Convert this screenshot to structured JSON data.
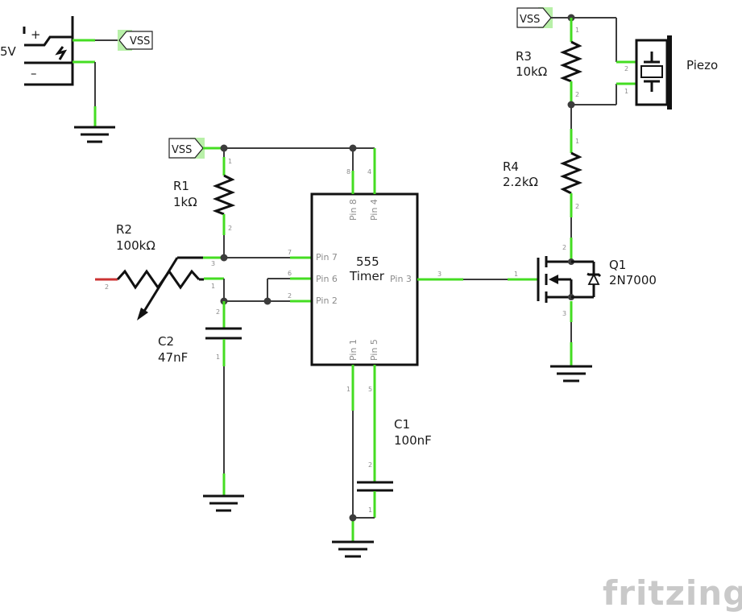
{
  "power": {
    "label": "5V",
    "plus": "+",
    "minus": "–"
  },
  "vss_labels": [
    "VSS",
    "VSS",
    "VSS"
  ],
  "r1": {
    "name": "R1",
    "value": "1kΩ"
  },
  "r2": {
    "name": "R2",
    "value": "100kΩ"
  },
  "r3": {
    "name": "R3",
    "value": "10kΩ"
  },
  "r4": {
    "name": "R4",
    "value": "2.2kΩ"
  },
  "c1": {
    "name": "C1",
    "value": "100nF"
  },
  "c2": {
    "name": "C2",
    "value": "47nF"
  },
  "q1": {
    "name": "Q1",
    "part": "2N7000"
  },
  "piezo": {
    "name": "Piezo"
  },
  "timer": {
    "line1": "555",
    "line2": "Timer",
    "pins": {
      "p7": "Pin 7",
      "p6": "Pin 6",
      "p2": "Pin 2",
      "p3": "Pin 3",
      "p8": "Pin 8",
      "p4": "Pin 4",
      "p1": "Pin 1",
      "p5": "Pin 5"
    }
  },
  "pin_numbers": {
    "r1_top": "1",
    "r1_bot": "2",
    "r2_left": "2",
    "r2_right": "1",
    "r2_wiper": "3",
    "c2_top": "2",
    "c2_bot": "1",
    "t7": "7",
    "t6": "6",
    "t2": "2",
    "t3": "3",
    "t8": "8",
    "t4": "4",
    "t1": "1",
    "t5": "5",
    "c1_top": "2",
    "c1_bot": "1",
    "r3_top": "1",
    "r3_bot": "2",
    "r4_top": "1",
    "r4_bot": "2",
    "q_gate": "1",
    "q_drain": "2",
    "q_source": "3",
    "piezo_top": "2",
    "piezo_bot": "1"
  },
  "branding": {
    "logo": "fritzing"
  }
}
